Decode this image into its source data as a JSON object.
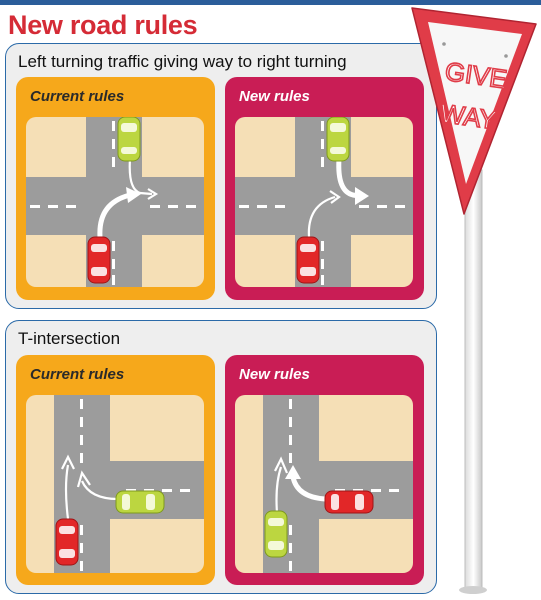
{
  "title": "New road rules",
  "sections": [
    {
      "title": "Left turning traffic giving way to right turning",
      "panels": [
        {
          "label": "Current rules",
          "scenario": "cross-intersection",
          "rule": "current"
        },
        {
          "label": "New rules",
          "scenario": "cross-intersection",
          "rule": "new"
        }
      ]
    },
    {
      "title": "T-intersection",
      "panels": [
        {
          "label": "Current rules",
          "scenario": "t-intersection",
          "rule": "current"
        },
        {
          "label": "New rules",
          "scenario": "t-intersection",
          "rule": "new"
        }
      ]
    }
  ],
  "sign": {
    "text_line1": "GIVE",
    "text_line2": "WAY"
  },
  "colors": {
    "header_rule": "#2b5d9a",
    "title": "#d52b36",
    "group_border": "#2b6aa8",
    "group_bg": "#eeeeee",
    "panel_current": "#f6a81b",
    "panel_new": "#c91d55",
    "road": "#9c9c9c",
    "sidewalk": "#f5dfb6",
    "red_car": "#e22728",
    "green_car": "#bcd640",
    "sign_red": "#e03c48"
  }
}
